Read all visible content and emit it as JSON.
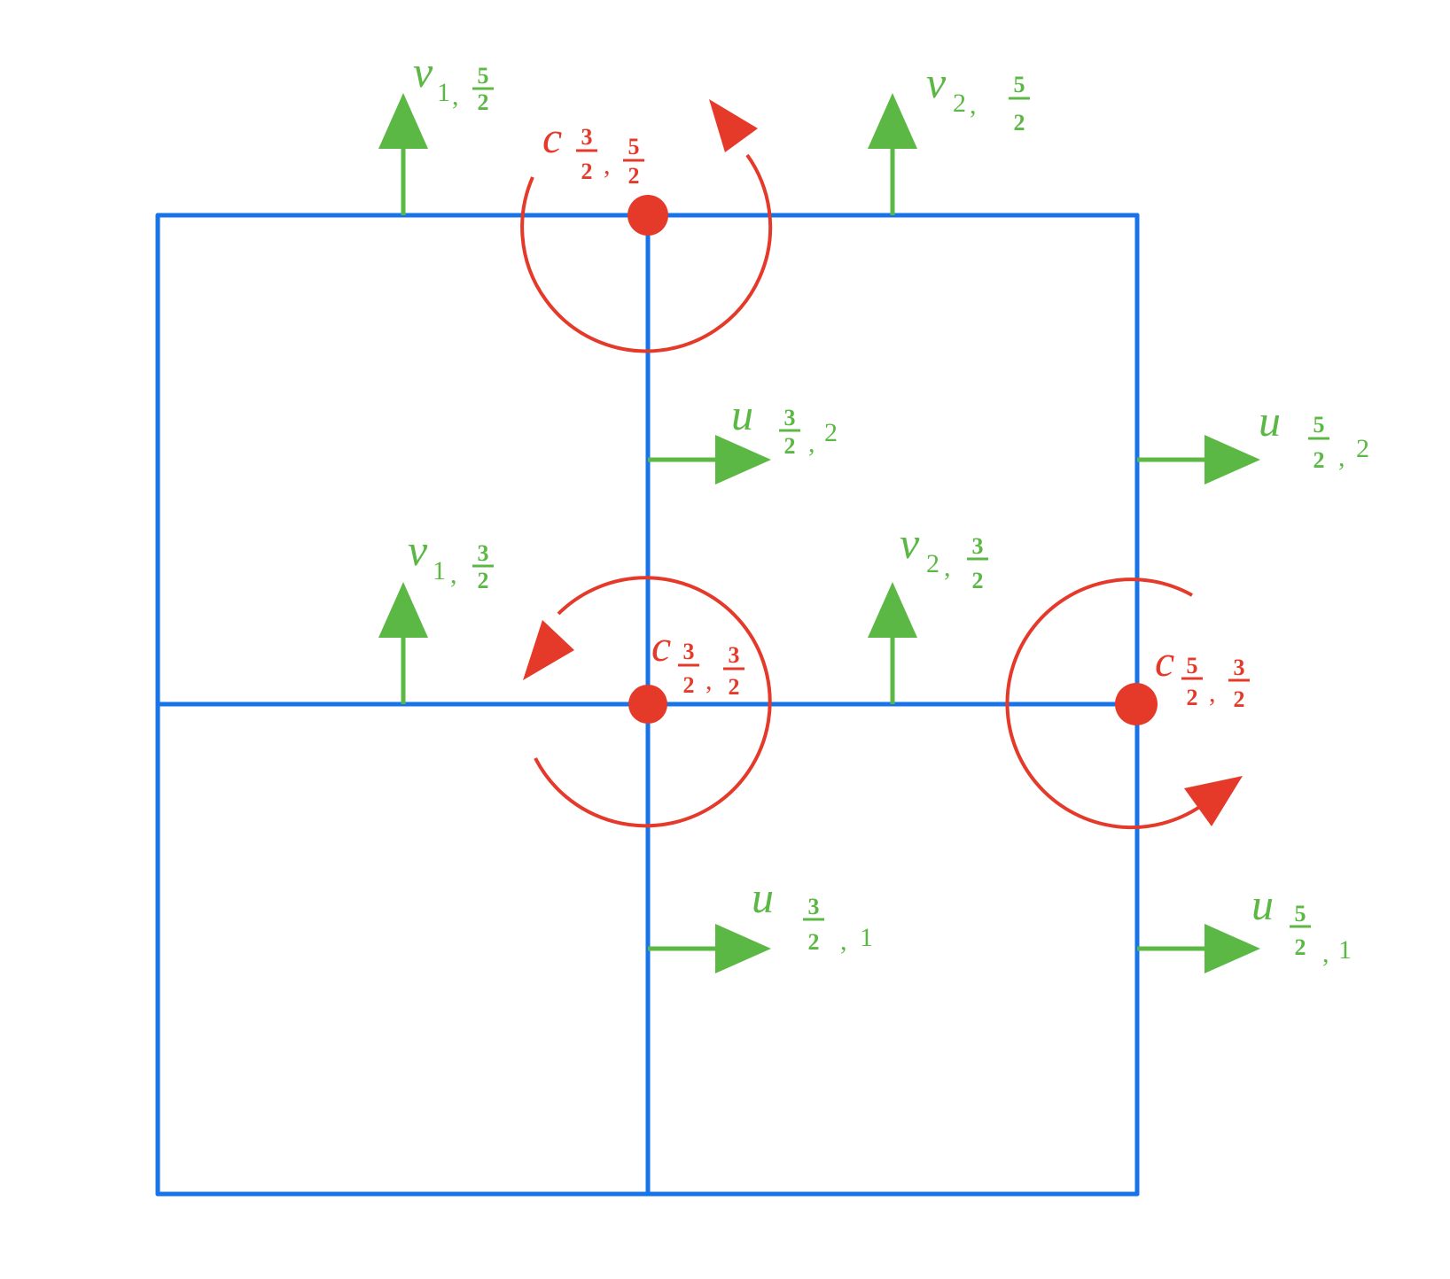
{
  "colors": {
    "grid": "#1673ea",
    "velocity": "#5cb845",
    "vorticity": "#e5392a",
    "background": "#ffffff"
  },
  "labels": {
    "v_1_52": {
      "base": "v",
      "idx": "1",
      "sep": ",",
      "num": "5",
      "den": "2"
    },
    "v_2_52": {
      "base": "v",
      "idx": "2",
      "sep": ",",
      "num": "5",
      "den": "2"
    },
    "v_1_32": {
      "base": "v",
      "idx": "1",
      "sep": ",",
      "num": "3",
      "den": "2"
    },
    "v_2_32": {
      "base": "v",
      "idx": "2",
      "sep": ",",
      "num": "3",
      "den": "2"
    },
    "u_32_2": {
      "base": "u",
      "num": "3",
      "den": "2",
      "sep": ",",
      "idx": "2"
    },
    "u_52_2": {
      "base": "u",
      "num": "5",
      "den": "2",
      "sep": ",",
      "idx": "2"
    },
    "u_32_1": {
      "base": "u",
      "num": "3",
      "den": "2",
      "sep": ",",
      "idx": "1"
    },
    "u_52_1": {
      "base": "u",
      "num": "5",
      "den": "2",
      "sep": ",",
      "idx": "1"
    },
    "c_32_52": {
      "base": "c",
      "num1": "3",
      "den1": "2",
      "sep": ",",
      "num2": "5",
      "den2": "2"
    },
    "c_32_32": {
      "base": "c",
      "num1": "3",
      "den1": "2",
      "sep": ",",
      "num2": "3",
      "den2": "2"
    },
    "c_52_32": {
      "base": "c",
      "num1": "5",
      "den1": "2",
      "sep": ",",
      "num2": "3",
      "den2": "2"
    }
  }
}
